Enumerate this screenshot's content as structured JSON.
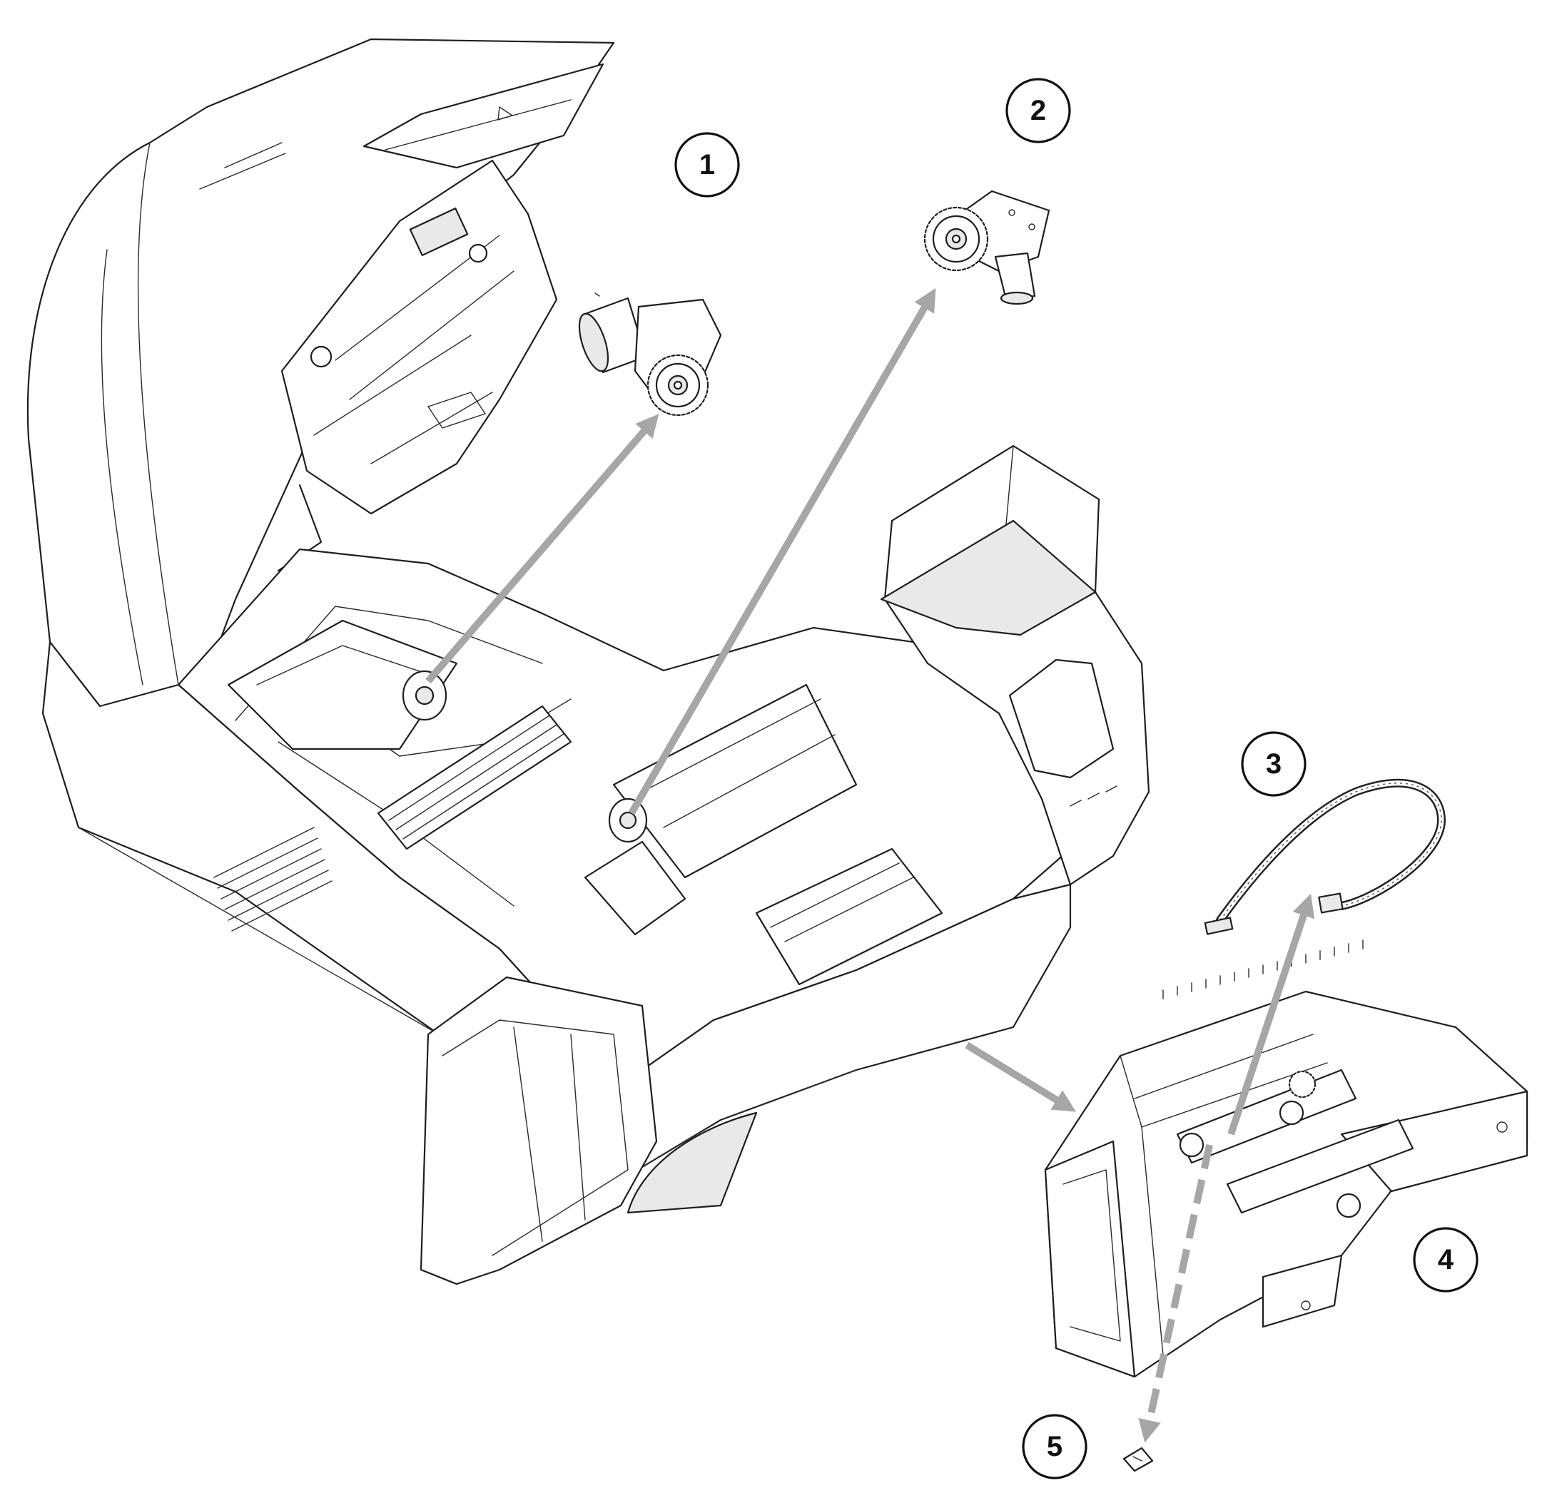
{
  "callouts": {
    "c1": "1",
    "c2": "2",
    "c3": "3",
    "c4": "4",
    "c5": "5"
  },
  "colors": {
    "arrow": "#a6a6a6",
    "line": "#1e1e1e",
    "panel": "#e9e9e9"
  },
  "icons": {
    "motor_1": "ribbon-supply-motor-icon",
    "motor_2": "ribbon-takeup-motor-icon",
    "cable": "cable-harness-icon",
    "module": "card-feed-module-icon",
    "sensor": "sensor-chip-icon"
  }
}
